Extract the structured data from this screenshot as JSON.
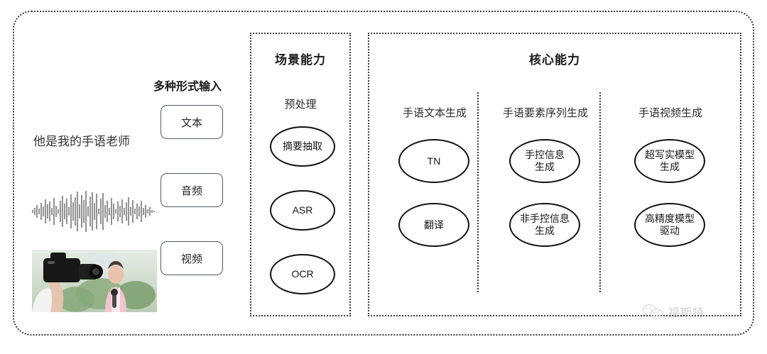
{
  "input_section": {
    "heading": "多种形式输入",
    "sample_text": "他是我的手语老师",
    "waveform_icon": "audio-waveform",
    "video_icon": "video-thumbnail",
    "modalities": [
      {
        "label": "文本",
        "icon": "text-modality"
      },
      {
        "label": "音频",
        "icon": "audio-modality"
      },
      {
        "label": "视频",
        "icon": "video-modality"
      }
    ]
  },
  "scene_section": {
    "title": "场景能力",
    "subtitle": "预处理",
    "nodes": [
      {
        "line1": "摘要抽取",
        "line2": ""
      },
      {
        "line1": "ASR",
        "line2": ""
      },
      {
        "line1": "OCR",
        "line2": ""
      }
    ]
  },
  "core_section": {
    "title": "核心能力",
    "columns": [
      {
        "label": "手语文本生成",
        "nodes": [
          {
            "line1": "TN",
            "line2": ""
          },
          {
            "line1": "翻译",
            "line2": ""
          }
        ]
      },
      {
        "label": "手语要素序列生成",
        "nodes": [
          {
            "line1": "手控信息",
            "line2": "生成"
          },
          {
            "line1": "非手控信息",
            "line2": "生成"
          }
        ]
      },
      {
        "label": "手语视频生成",
        "nodes": [
          {
            "line1": "超写实模型",
            "line2": "生成"
          },
          {
            "line1": "高精度模型",
            "line2": "驱动"
          }
        ]
      }
    ]
  },
  "watermark": {
    "text": "福斯特",
    "icon": "wechat-icon"
  },
  "colors": {
    "border": "#3a3a3a",
    "node_border": "#111111",
    "text": "#222222",
    "watermark": "#777777"
  }
}
